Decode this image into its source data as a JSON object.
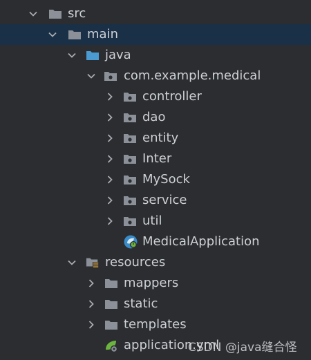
{
  "tree": {
    "src": "src",
    "main": "main",
    "java": "java",
    "package": "com.example.medical",
    "controller": "controller",
    "dao": "dao",
    "entity": "entity",
    "inter": "Inter",
    "mysock": "MySock",
    "service": "service",
    "util": "util",
    "app_class": "MedicalApplication",
    "resources": "resources",
    "mappers": "mappers",
    "static": "static",
    "templates": "templates",
    "app_yml": "application.yml"
  },
  "watermark": "CSDN @java缝合怪",
  "colors": {
    "background": "#2b2d30",
    "selection": "#193047",
    "folder": "#8b9099",
    "source_folder": "#4a9bd1",
    "spring_green": "#6db33f"
  },
  "icons": {
    "expand": "chevron-down-icon",
    "collapse": "chevron-right-icon",
    "folder": "folder-icon",
    "source_folder": "source-folder-icon",
    "package": "package-icon",
    "spring_class": "spring-class-icon",
    "resources": "resources-folder-icon",
    "spring_config": "spring-config-icon"
  }
}
